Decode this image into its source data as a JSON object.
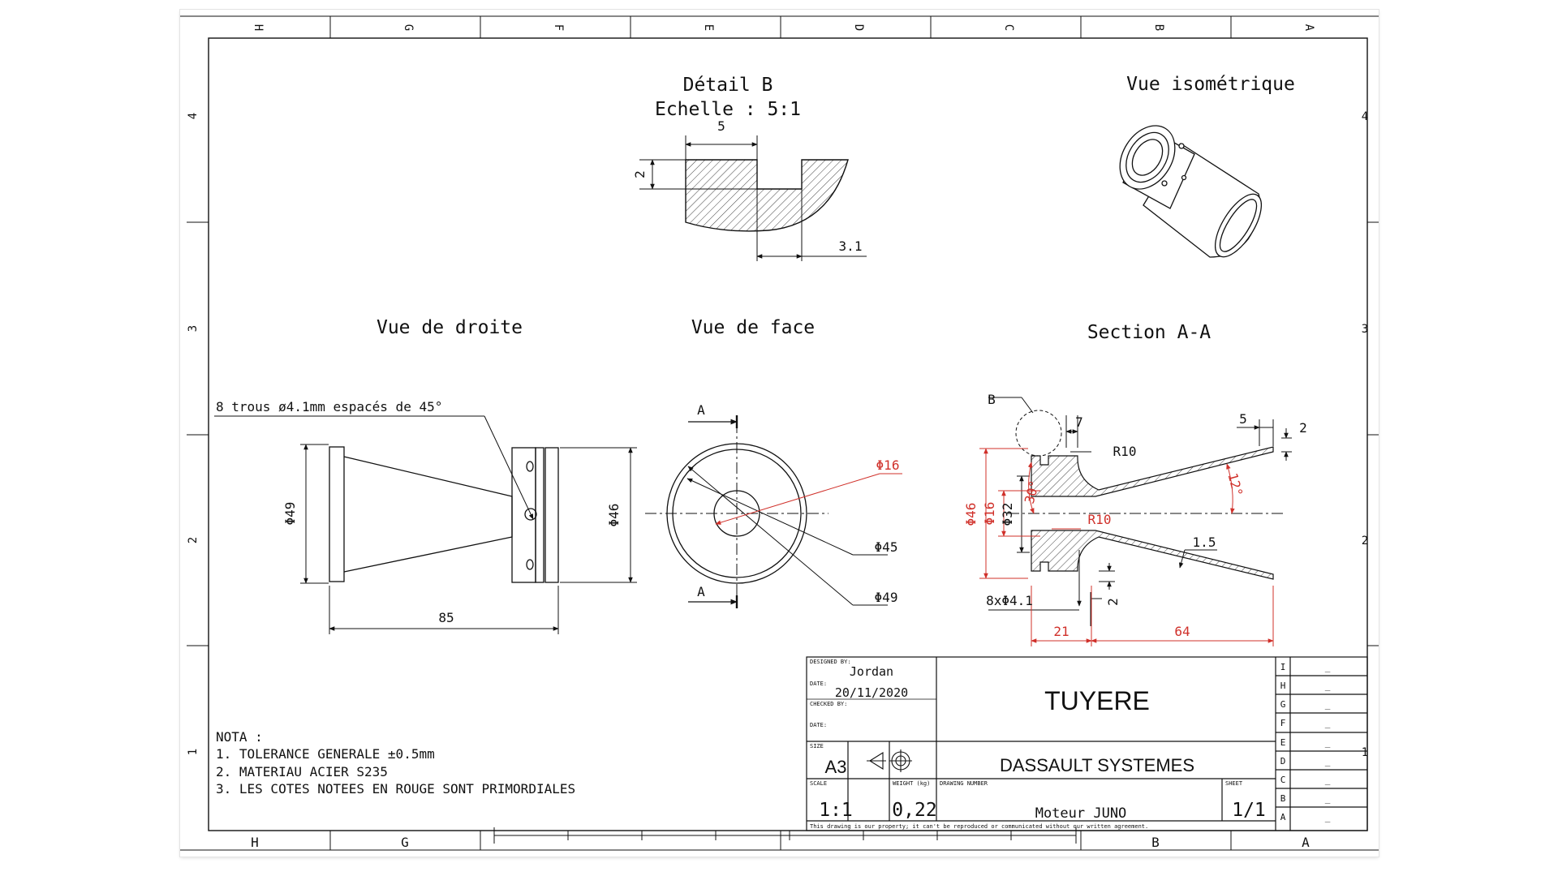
{
  "frame": {
    "cols_top": [
      "H",
      "G",
      "F",
      "E",
      "D",
      "C",
      "B",
      "A"
    ],
    "cols_bottom": [
      "H",
      "G",
      "B",
      "A"
    ],
    "rows": [
      "4",
      "3",
      "2",
      "1"
    ]
  },
  "detail_b": {
    "title": "Détail B",
    "scale_label": "Echelle :  5:1",
    "dim_width": "5",
    "dim_depth": "2",
    "dim_offset": "3.1"
  },
  "iso": {
    "title": "Vue isométrique"
  },
  "right_view": {
    "title": "Vue de droite",
    "note_holes": "8 trous ø4.1mm espacés de 45°",
    "dim_dia": "Φ49",
    "dim_dia2": "Φ46",
    "dim_length": "85"
  },
  "front_view": {
    "title": "Vue de face",
    "label_a_top": "A",
    "label_a_bottom": "A",
    "dim_16": "Φ16",
    "dim_45": "Φ45",
    "dim_49": "Φ49"
  },
  "section": {
    "title": "Section A-A",
    "label_b": "B",
    "dim_7": "7",
    "dim_5": "5",
    "dim_2_top": "2",
    "r10_top": "R10",
    "r10_mid": "R10",
    "angle_30": "30°",
    "angle_12": "12°",
    "dia_46": "Φ46",
    "dia_32": "Φ32",
    "dia_16": "Φ16",
    "dim_15": "1.5",
    "holes": "8xΦ4.1",
    "dim_2_bottom": "2",
    "dim_21": "21",
    "dim_64": "64"
  },
  "notes": {
    "header": "NOTA :",
    "lines": [
      "1. TOLERANCE GENERALE ±0.5mm",
      "2. MATERIAU ACIER S235",
      "3. LES COTES NOTEES EN ROUGE SONT PRIMORDIALES"
    ]
  },
  "title_block": {
    "designed_by_label": "DESIGNED BY:",
    "designed_by": "Jordan",
    "date_label": "DATE:",
    "date": "20/11/2020",
    "checked_by_label": "CHECKED BY:",
    "date2_label": "DATE:",
    "size_label": "SIZE",
    "size": "A3",
    "title": "TUYERE",
    "company": "DASSAULT SYSTEMES",
    "scale_label": "SCALE",
    "scale": "1:1",
    "weight_label": "WEIGHT (kg)",
    "weight": "0,22",
    "drawing_number_label": "DRAWING NUMBER",
    "drawing_number": "Moteur JUNO",
    "sheet_label": "SHEET",
    "sheet": "1/1",
    "disclaimer": "This drawing is our property; it can't be reproduced or communicated without our written agreement.",
    "revisions": [
      "I",
      "H",
      "G",
      "F",
      "E",
      "D",
      "C",
      "B",
      "A"
    ],
    "revision_value": "_"
  },
  "colors": {
    "critical_dimension": "#d0302a",
    "lines": "#111111"
  }
}
